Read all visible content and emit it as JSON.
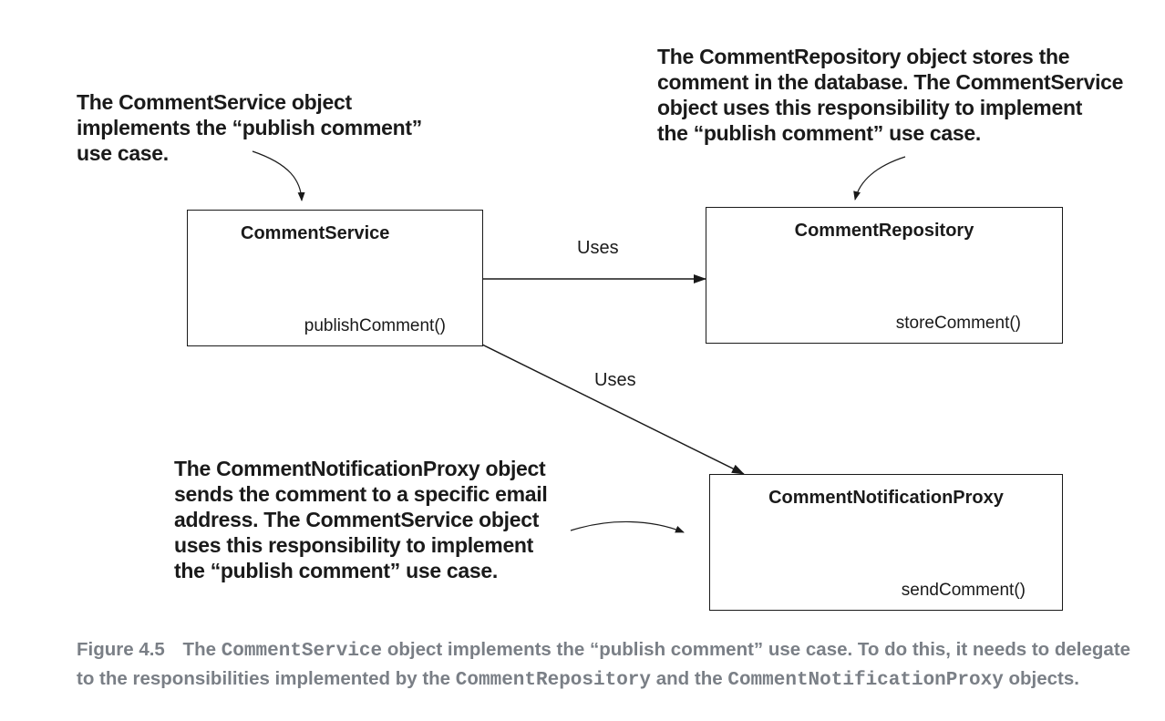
{
  "annotations": {
    "service": [
      "The CommentService object",
      "implements the “publish comment”",
      "use case."
    ],
    "repository": [
      "The CommentRepository object stores the",
      "comment in the database. The CommentService",
      "object uses this responsibility to implement",
      "the “publish comment” use case."
    ],
    "proxy": [
      "The CommentNotificationProxy object",
      "sends the comment to a specific email",
      "address. The CommentService object",
      "uses this responsibility to implement",
      "the “publish comment” use case."
    ]
  },
  "boxes": {
    "service": {
      "name": "CommentService",
      "method": "publishComment()"
    },
    "repository": {
      "name": "CommentRepository",
      "method": "storeComment()"
    },
    "proxy": {
      "name": "CommentNotificationProxy",
      "method": "sendComment()"
    }
  },
  "edges": {
    "service_to_repository": "Uses",
    "service_to_proxy": "Uses"
  },
  "caption": {
    "figure_number": "Figure 4.5",
    "text_1": "The",
    "code_1": "CommentService",
    "text_2": "object implements the “publish comment” use case. To do this, it needs to delegate to the responsibilities implemented by the",
    "code_2": "CommentRepository",
    "text_3": "and the",
    "code_3": "CommentNotificationProxy",
    "text_4": "objects."
  }
}
